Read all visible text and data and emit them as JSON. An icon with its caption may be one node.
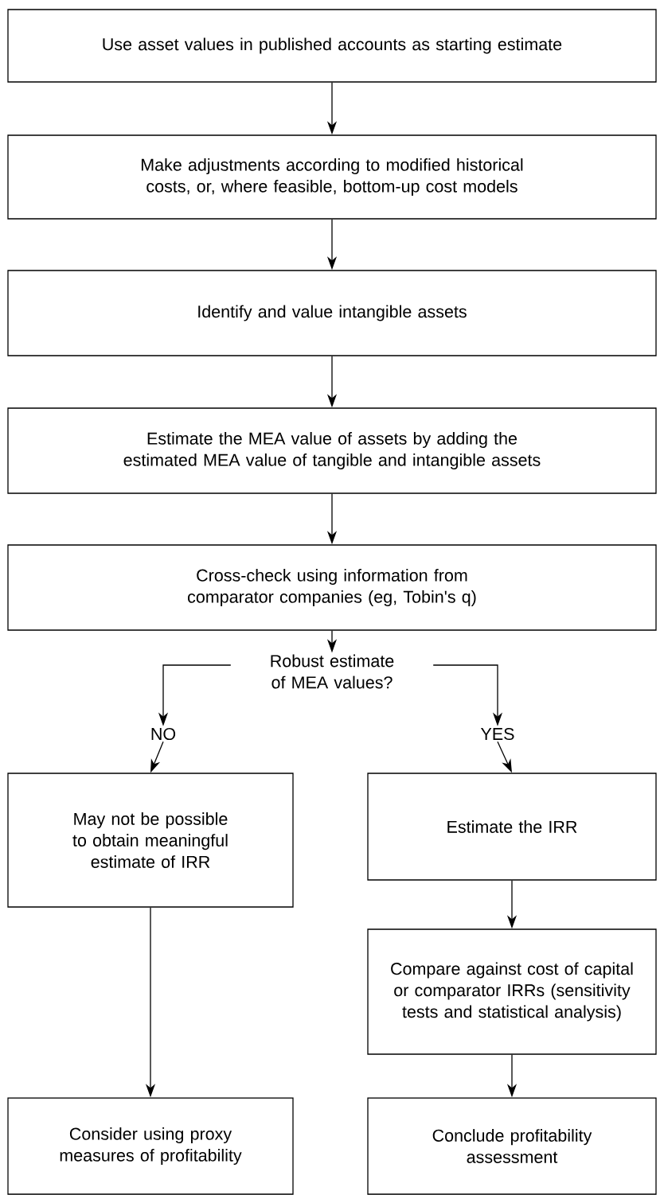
{
  "diagram": {
    "nodes": [
      {
        "text": [
          "Use asset values in published accounts as starting estimate"
        ]
      },
      {
        "text": [
          "Make adjustments according to modified historical costs, or, where feasible, bottom-up cost models"
        ]
      },
      {
        "text": [
          "Identify and value intangible assets"
        ]
      },
      {
        "text": [
          "Estimate the MEA value of assets by adding the estimated MEA value of tangible and intangible assets"
        ]
      },
      {
        "text": [
          "Cross-check using information from comparator companies (eg, Tobin's q)"
        ]
      },
      {
        "text": [
          "Robust estimate of MEA values?"
        ]
      },
      {
        "text": [
          "NO"
        ]
      },
      {
        "text": [
          "YES"
        ]
      },
      {
        "text": [
          "May not be possible to obtain meaningful estimate of IRR"
        ]
      },
      {
        "text": [
          "Estimate the IRR"
        ]
      },
      {
        "text": [
          "Compare against cost of capital or comparator IRRs (sensitivity tests and statistical analysis)"
        ]
      },
      {
        "text": [
          "Consider using proxy measures of profitability"
        ]
      },
      {
        "text": [
          "Conclude profitability assessment"
        ]
      }
    ],
    "edges": [
      {
        "from": 0,
        "to": 1,
        "arrow": "to"
      },
      {
        "from": 1,
        "to": 2,
        "arrow": "to"
      },
      {
        "from": 2,
        "to": 3,
        "arrow": "to"
      },
      {
        "from": 3,
        "to": 4,
        "arrow": "to"
      },
      {
        "from": 4,
        "to": 5,
        "arrow": "to"
      },
      {
        "from": 5,
        "to": 6,
        "arrow": "to"
      },
      {
        "from": 5,
        "to": 7,
        "arrow": "to"
      },
      {
        "from": 6,
        "to": 8,
        "arrow": "to"
      },
      {
        "from": 7,
        "to": 9,
        "arrow": "to"
      },
      {
        "from": 9,
        "to": 10,
        "arrow": "to"
      },
      {
        "from": 8,
        "to": 11,
        "arrow": "to"
      },
      {
        "from": 10,
        "to": 12,
        "arrow": "to"
      }
    ]
  }
}
